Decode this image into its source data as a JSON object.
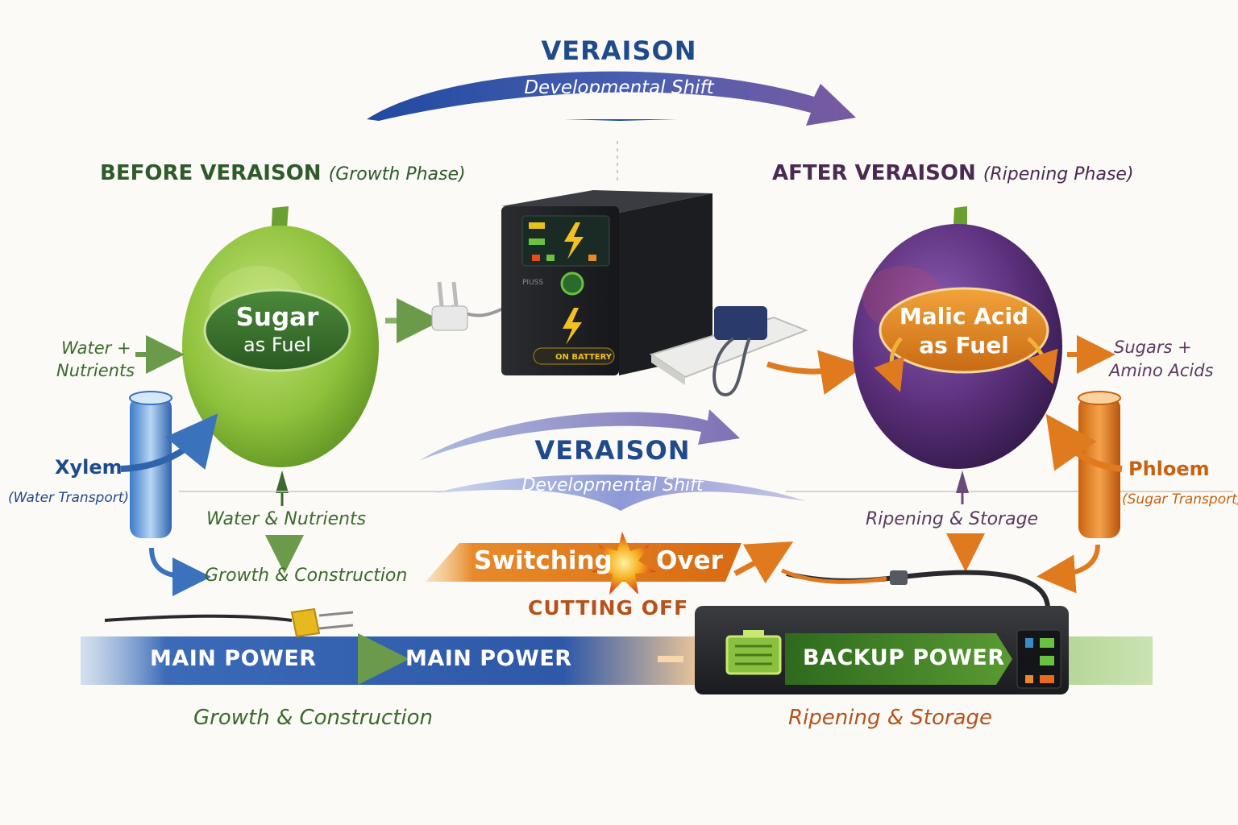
{
  "header": {
    "title": "VERAISON",
    "subtitle": "Developmental Shift"
  },
  "before": {
    "title": "BEFORE VERAISON",
    "subtitle": "(Growth Phase)",
    "grape_label_line1": "Sugar",
    "grape_label_line2": "as Fuel",
    "input_line1": "Water +",
    "input_line2": "Nutrients",
    "vessel_name": "Xylem",
    "vessel_note": "(Water Transport)",
    "below_label": "Water & Nutrients",
    "outcome": "Growth & Construction"
  },
  "after": {
    "title": "AFTER VERAISON",
    "subtitle": "(Ripening Phase)",
    "grape_label_line1": "Malic Acid",
    "grape_label_line2": "as Fuel",
    "output_line1": "Sugars +",
    "output_line2": "Amino Acids",
    "vessel_name": "Phloem",
    "vessel_note": "(Sugar Transport)",
    "below_label": "Ripening & Storage"
  },
  "ups": {
    "screen_label": "ON BATTERY",
    "brand": "PIUSS"
  },
  "middle": {
    "title": "VERAISON",
    "subtitle": "Developmental Shift"
  },
  "switching": {
    "word1": "Switching",
    "word2": "Over",
    "cutoff": "CUTTING OFF"
  },
  "power_band": {
    "main1": "MAIN POWER",
    "main2": "MAIN POWER",
    "backup": "BACKUP POWER",
    "caption_left": "Growth & Construction",
    "caption_right": "Ripening & Storage"
  },
  "colors": {
    "blue": "#1f4a8c",
    "green": "#3b6a2c",
    "purple": "#4a2a52",
    "orange": "#e07a1f",
    "backup_green": "#4a8a2a"
  }
}
